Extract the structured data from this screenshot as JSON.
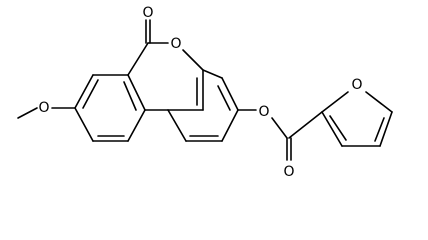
{
  "molecule": {
    "atom_labels": {
      "carbonyl_oxygen": "O",
      "ring_oxygen": "O",
      "methoxy_oxygen": "O",
      "ester_oxygen": "O",
      "ester_carbonyl_oxygen": "O",
      "furan_oxygen": "O"
    }
  }
}
